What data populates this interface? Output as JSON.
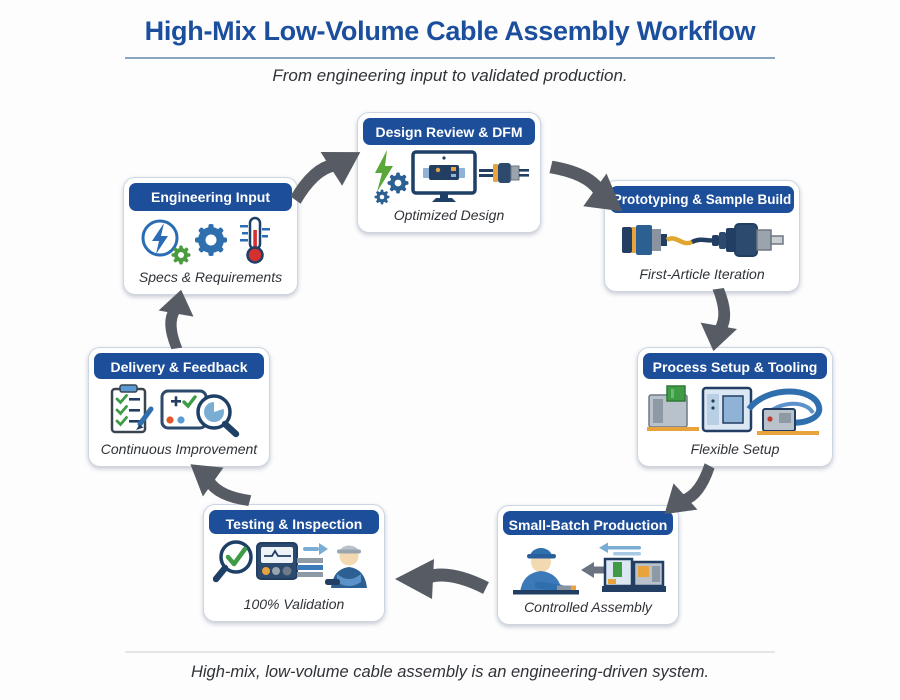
{
  "header": {
    "title": "High-Mix Low-Volume Cable Assembly Workflow",
    "subtitle": "From engineering input to validated production."
  },
  "footer": {
    "note": "High-mix, low-volume cable assembly is an engineering-driven system."
  },
  "stages": [
    {
      "id": "engineering-input",
      "title": "Engineering Input",
      "caption": "Specs & Requirements",
      "icons": [
        "power-circle-icon",
        "gear-icon",
        "thermometer-icon"
      ]
    },
    {
      "id": "design-review-dfm",
      "title": "Design Review & DFM",
      "caption": "Optimized Design",
      "icons": [
        "lightning-icon",
        "gears-icon",
        "monitor-cable-icon",
        "connector-icon"
      ]
    },
    {
      "id": "prototyping-sample-build",
      "title": "Prototyping & Sample Build",
      "caption": "First-Article Iteration",
      "icons": [
        "cable-assembly-icon"
      ]
    },
    {
      "id": "process-setup-tooling",
      "title": "Process Setup & Tooling",
      "caption": "Flexible Setup",
      "icons": [
        "machines-icon",
        "swoosh-icon"
      ]
    },
    {
      "id": "small-batch-production",
      "title": "Small-Batch Production",
      "caption": "Controlled Assembly",
      "icons": [
        "assembly-worker-icon",
        "left-arrow-icon",
        "bench-machines-icon"
      ]
    },
    {
      "id": "testing-inspection",
      "title": "Testing & Inspection",
      "caption": "100% Validation",
      "icons": [
        "magnifier-check-icon",
        "multimeter-icon",
        "right-arrow-icon",
        "inspector-icon"
      ]
    },
    {
      "id": "delivery-feedback",
      "title": "Delivery & Feedback",
      "caption": "Continuous Improvement",
      "icons": [
        "checklist-clipboard-icon",
        "analytics-magnifier-icon"
      ]
    }
  ],
  "flow_arrows": [
    {
      "from": "Engineering Input",
      "to": "Design Review & DFM"
    },
    {
      "from": "Design Review & DFM",
      "to": "Prototyping & Sample Build"
    },
    {
      "from": "Prototyping & Sample Build",
      "to": "Process Setup & Tooling"
    },
    {
      "from": "Process Setup & Tooling",
      "to": "Small-Batch Production"
    },
    {
      "from": "Small-Batch Production",
      "to": "Testing & Inspection"
    },
    {
      "from": "Testing & Inspection",
      "to": "Delivery & Feedback"
    },
    {
      "from": "Delivery & Feedback",
      "to": "Engineering Input"
    }
  ],
  "colors": {
    "title_blue": "#1b4f9e",
    "stage_header_blue": "#1d4e99",
    "arrow_gray": "#575c64",
    "icon_navy": "#223f63",
    "icon_blue": "#2f6fae",
    "accent_green": "#4a9b3e",
    "accent_orange": "#e8a33d",
    "accent_red": "#d62f2f",
    "caption_gray": "#2f3338"
  }
}
